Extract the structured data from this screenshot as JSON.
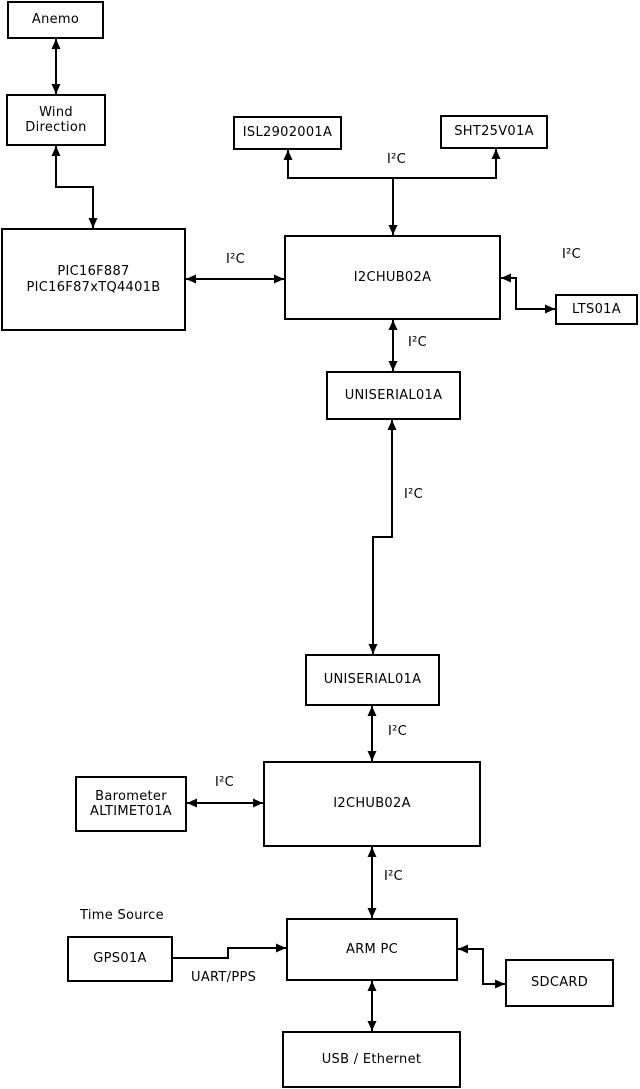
{
  "diagram": {
    "title": "weather-station-hardware-block-diagram",
    "background_color": "#ffffff",
    "line_color": "#000000",
    "boxes": {
      "anemo": {
        "lines": [
          "Anemo"
        ]
      },
      "wind_direction": {
        "lines": [
          "Wind",
          "Direction"
        ]
      },
      "pic": {
        "lines": [
          "PIC16F887",
          "PIC16F87xTQ4401B"
        ]
      },
      "isl": {
        "lines": [
          "ISL2902001A"
        ]
      },
      "sht": {
        "lines": [
          "SHT25V01A"
        ]
      },
      "i2chub_top": {
        "lines": [
          "I2CHUB02A"
        ]
      },
      "lts": {
        "lines": [
          "LTS01A"
        ]
      },
      "uniserial_top": {
        "lines": [
          "UNISERIAL01A"
        ]
      },
      "uniserial_bottom": {
        "lines": [
          "UNISERIAL01A"
        ]
      },
      "barometer": {
        "lines": [
          "Barometer",
          "ALTIMET01A"
        ]
      },
      "i2chub_bottom": {
        "lines": [
          "I2CHUB02A"
        ]
      },
      "gps": {
        "lines": [
          "GPS01A"
        ]
      },
      "arm_pc": {
        "lines": [
          "ARM PC"
        ]
      },
      "sdcard": {
        "lines": [
          "SDCARD"
        ]
      },
      "usb_ethernet": {
        "lines": [
          "USB / Ethernet"
        ]
      }
    },
    "labels": {
      "i2c": "I²C",
      "time_source": "Time Source",
      "uart_pps": "UART/PPS"
    }
  }
}
